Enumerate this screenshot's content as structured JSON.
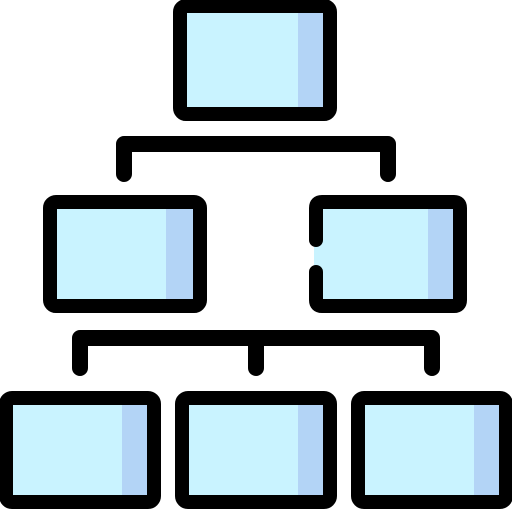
{
  "diagram": {
    "kind": "hierarchy-icon",
    "levels": [
      {
        "level": 1,
        "node_count": 1
      },
      {
        "level": 2,
        "node_count": 2
      },
      {
        "level": 3,
        "node_count": 3
      }
    ],
    "colors": {
      "node_fill": "#c9f3ff",
      "node_shade": "#b3d4f6",
      "outline": "#000000",
      "background": "#ffffff"
    }
  }
}
